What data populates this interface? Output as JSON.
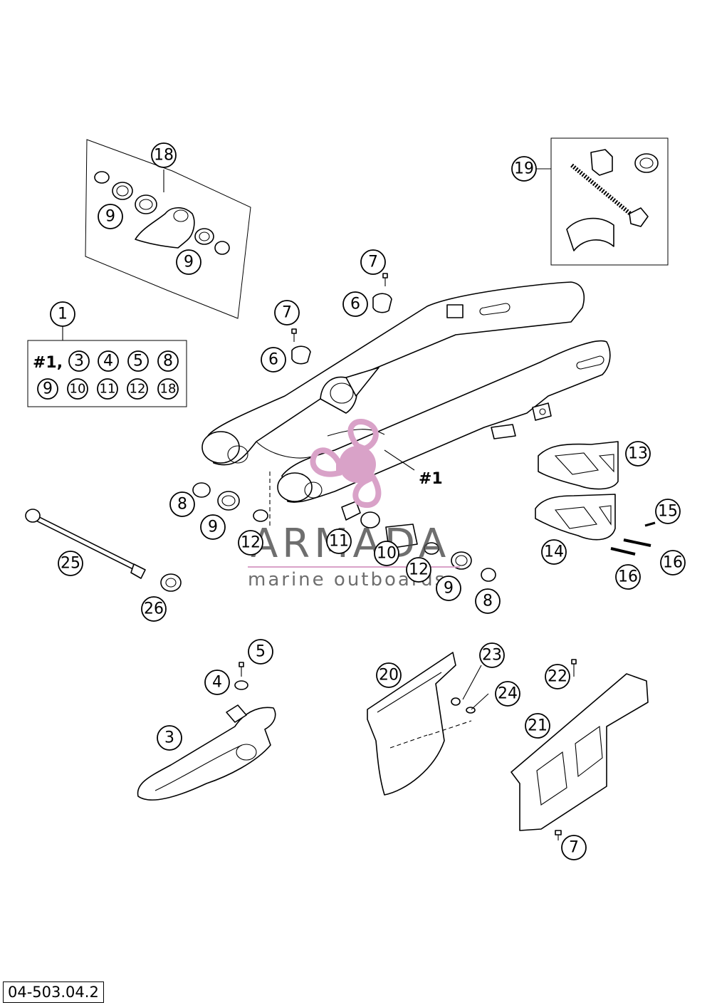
{
  "kit_box": {
    "row1": [
      "#1,",
      "3",
      "4",
      "5",
      "8"
    ],
    "row2": [
      "9",
      "10",
      "11",
      "12",
      "18"
    ]
  },
  "callouts": {
    "c18": "18",
    "c9a": "9",
    "c9b": "9",
    "c19": "19",
    "c1": "1",
    "c7a": "7",
    "c6a": "6",
    "c7b": "7",
    "c6b": "6",
    "c13": "13",
    "c15": "15",
    "c14": "14",
    "c16a": "16",
    "c16b": "16",
    "c8a": "8",
    "c9c": "9",
    "c12a": "12",
    "c11": "11",
    "c10": "10",
    "c12b": "12",
    "c9d": "9",
    "c8b": "8",
    "c25": "25",
    "c26": "26",
    "c5": "5",
    "c4": "4",
    "c3": "3",
    "c20": "20",
    "c23": "23",
    "c24": "24",
    "c22": "22",
    "c21": "21",
    "c7c": "7"
  },
  "swingarm_label": "#1",
  "watermark": {
    "title": "ARMADA",
    "subtitle": "marine outboards",
    "brand_color": "#d9a2c8"
  },
  "diagram_code": "04-503.04.2"
}
